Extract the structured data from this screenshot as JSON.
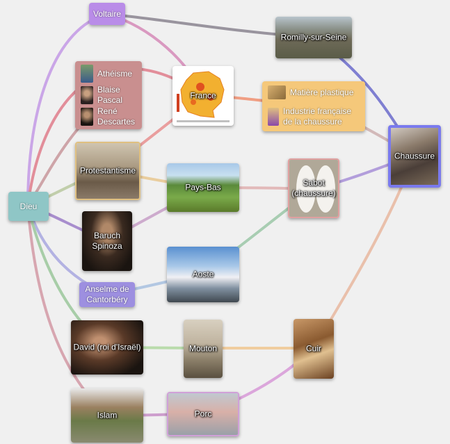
{
  "nodes": {
    "voltaire": "Voltaire",
    "romilly": "Romilly-sur-Seine",
    "france": "France",
    "matiere": "Matière plastique",
    "industrie": "Industrie française de la chaussure",
    "chaussure": "Chaussure",
    "atheisme": "Athéisme",
    "pascal": "Blaise Pascal",
    "descartes": "René Descartes",
    "protestantisme": "Protestantisme",
    "paysbas": "Pays-Bas",
    "sabot": "Sabot (chaussure)",
    "dieu": "Dieu",
    "spinoza": "Baruch Spinoza",
    "aoste": "Aoste",
    "anselme": "Anselme de Cantorbéry",
    "david": "David (roi d'Israël)",
    "mouton": "Mouton",
    "cuir": "Cuir",
    "islam": "Islam",
    "porc": "Porc"
  },
  "colors": {
    "voltaire": "#b98ce8",
    "dieu": "#8fc6c6",
    "thinkers_group": "#c98f8f",
    "industry_group": "#f5c87a",
    "anselme": "#9d8fe0",
    "chaussure_border": "#7a7aee"
  }
}
